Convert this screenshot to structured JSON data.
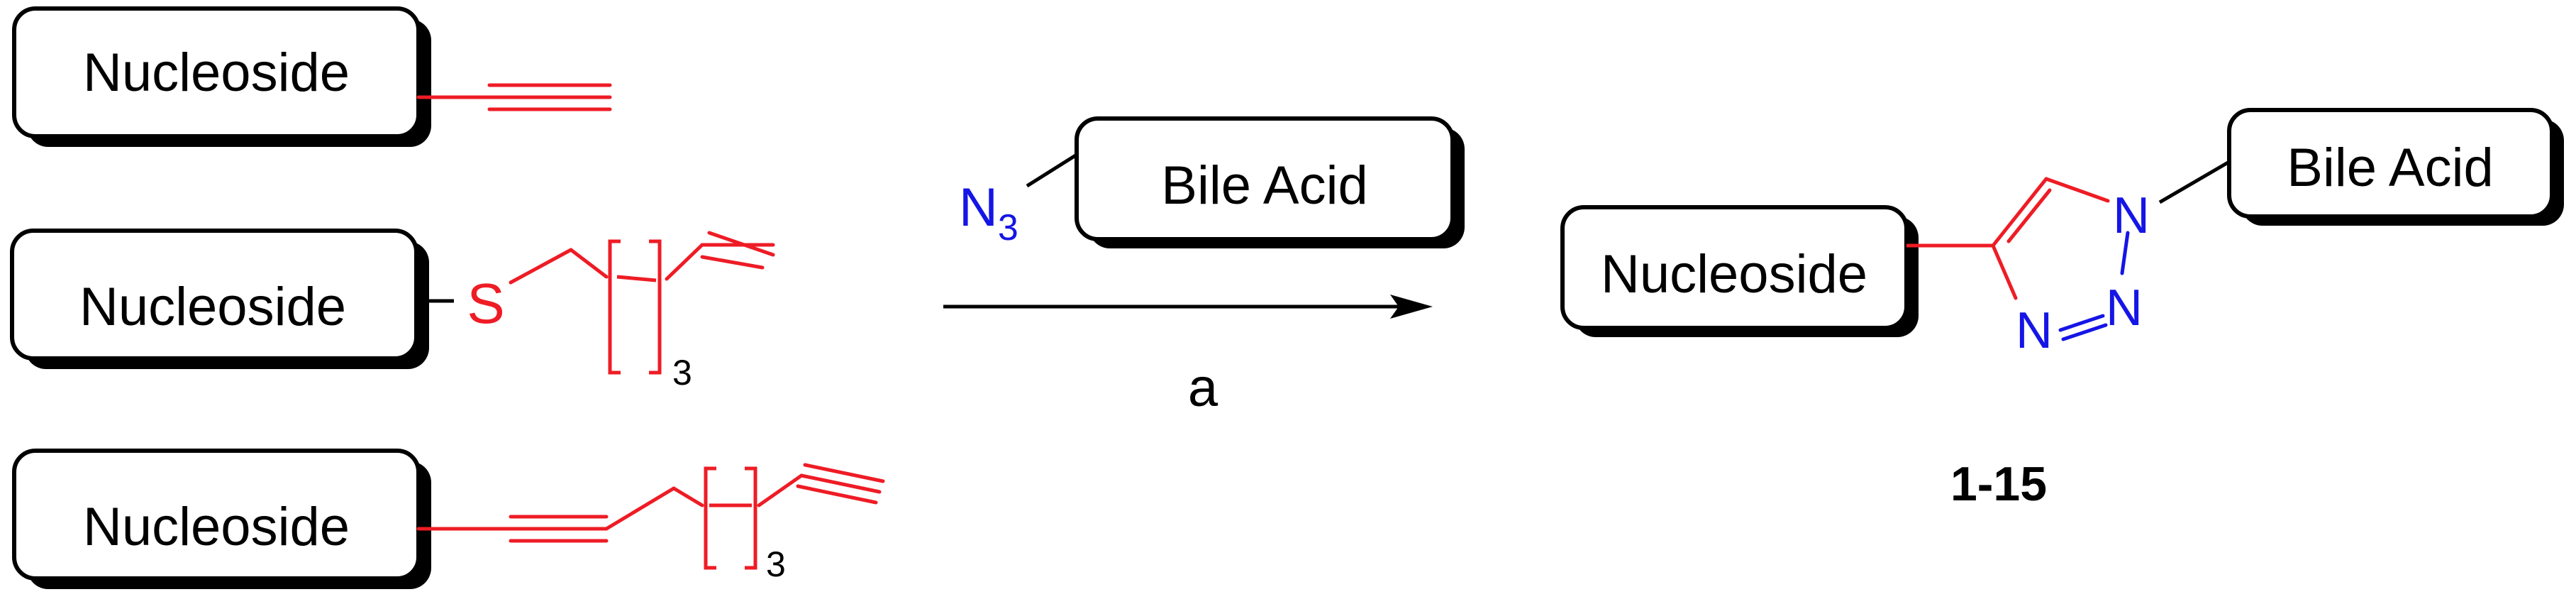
{
  "reactants": [
    {
      "box_label": "Nucleoside"
    },
    {
      "box_label": "Nucleoside",
      "atom_label": "S",
      "repeat_subscript": "3"
    },
    {
      "box_label": "Nucleoside",
      "repeat_subscript": "3"
    }
  ],
  "reagent": {
    "azide_symbol": "N",
    "azide_subscript": "3",
    "box_label": "Bile Acid"
  },
  "arrow": {
    "condition_label": "a"
  },
  "product": {
    "nucleoside_label": "Nucleoside",
    "bile_acid_label": "Bile Acid",
    "triazole_n1": "N",
    "triazole_n2": "N",
    "triazole_n3": "N",
    "compound_id": "1-15"
  },
  "colors": {
    "bond_red": "#ee1c25",
    "azide_blue": "#1515e6",
    "ink": "#000000"
  }
}
